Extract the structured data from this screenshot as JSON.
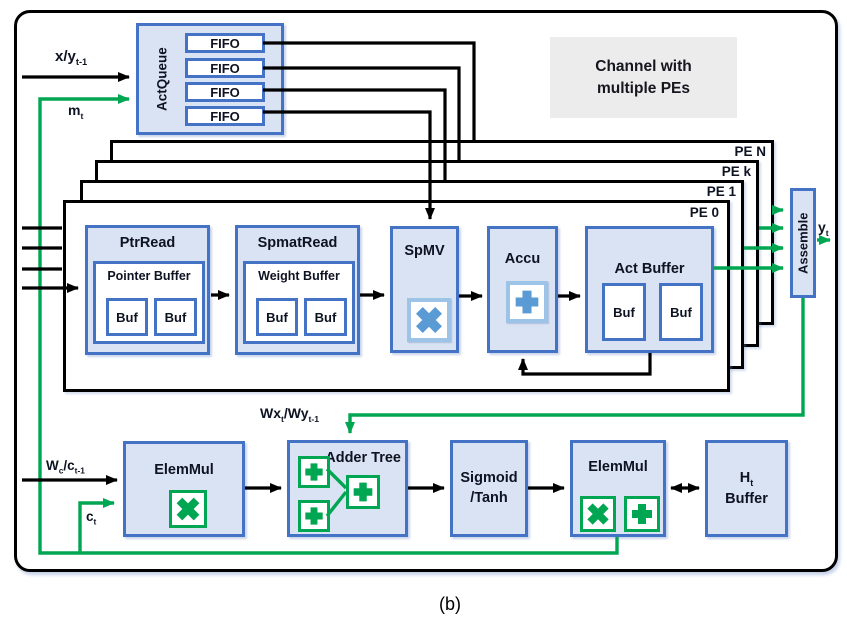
{
  "caption": "(b)",
  "colors": {
    "blue_border": "#4472C4",
    "blue_fill": "#DAE3F3",
    "steel_glyph": "#5B9BD5",
    "icon_border_light": "#9DC3E6",
    "green": "#00A651",
    "note_gray": "#ECECEC",
    "line_black": "#000000"
  },
  "note": {
    "parts": [
      {
        "t": "Channel with"
      },
      {
        "br": true
      },
      {
        "t": "multiple PEs"
      }
    ]
  },
  "act_queue": {
    "title": "ActQueue",
    "fifos": [
      "FIFO",
      "FIFO",
      "FIFO",
      "FIFO"
    ]
  },
  "inputs": {
    "xy": {
      "parts": [
        {
          "t": "x/y"
        },
        {
          "s": "t-1"
        }
      ]
    },
    "mt": {
      "parts": [
        {
          "t": "m"
        },
        {
          "s": "t"
        }
      ]
    },
    "wc": {
      "parts": [
        {
          "t": "W"
        },
        {
          "s": "c"
        },
        {
          "t": "/c"
        },
        {
          "s": "t-1"
        }
      ]
    },
    "ct": {
      "parts": [
        {
          "t": "c"
        },
        {
          "s": "t"
        }
      ]
    },
    "wxwy": {
      "parts": [
        {
          "t": "Wx"
        },
        {
          "s": "t"
        },
        {
          "t": "/Wy"
        },
        {
          "s": "t-1"
        }
      ]
    },
    "yt": {
      "parts": [
        {
          "t": "y"
        },
        {
          "s": "t"
        }
      ]
    }
  },
  "pes": {
    "labels": [
      "PE N",
      "PE k",
      "PE 1",
      "PE 0"
    ]
  },
  "pe0": {
    "ptr_read": {
      "title": "PtrRead",
      "buffer_title": "Pointer Buffer",
      "bufs": [
        "Buf",
        "Buf"
      ]
    },
    "spmat_read": {
      "title": "SpmatRead",
      "buffer_title": "Weight Buffer",
      "bufs": [
        "Buf",
        "Buf"
      ]
    },
    "spmv": {
      "title": "SpMV",
      "icon": "multiply"
    },
    "accu": {
      "title": "Accu",
      "icon": "plus"
    },
    "act_buffer": {
      "title": "Act Buffer",
      "bufs": [
        "Buf",
        "Buf"
      ]
    }
  },
  "assemble": {
    "title": "Assemble"
  },
  "bottom": {
    "elemmul1": {
      "title": "ElemMul",
      "icons": [
        "multiply"
      ]
    },
    "adder_tree": {
      "title": "Adder Tree",
      "icons": [
        "plus",
        "plus",
        "plus"
      ]
    },
    "sigmoid": {
      "parts": [
        {
          "t": "Sigmoid"
        },
        {
          "br": true
        },
        {
          "t": "/Tanh"
        }
      ]
    },
    "elemmul2": {
      "title": "ElemMul",
      "icons": [
        "multiply",
        "plus"
      ]
    },
    "ht_buffer": {
      "parts": [
        {
          "t": "H"
        },
        {
          "s": "t"
        },
        {
          "br": true
        },
        {
          "t": "Buffer"
        }
      ]
    }
  }
}
